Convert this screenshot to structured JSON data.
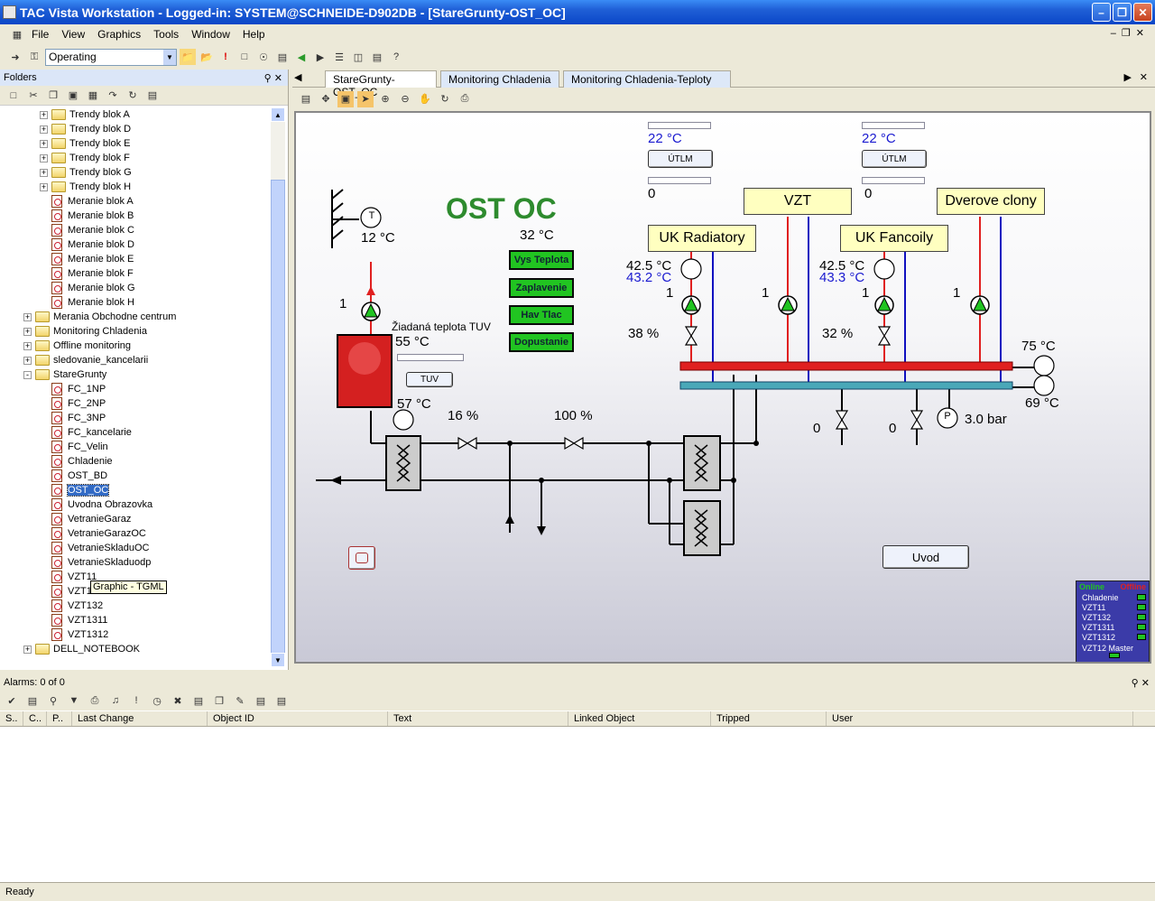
{
  "window": {
    "title": "TAC Vista Workstation - Logged-in: SYSTEM@SCHNEIDE-D902DB - [StareGrunty-OST_OC]"
  },
  "menu": [
    "File",
    "View",
    "Graphics",
    "Tools",
    "Window",
    "Help"
  ],
  "toolbar": {
    "mode_value": "Operating"
  },
  "folders": {
    "title": "Folders",
    "items": [
      {
        "label": "Trendy blok A"
      },
      {
        "label": "Trendy blok D"
      },
      {
        "label": "Trendy blok E"
      },
      {
        "label": "Trendy blok F"
      },
      {
        "label": "Trendy blok G"
      },
      {
        "label": "Trendy blok H"
      },
      {
        "label": "Meranie blok A"
      },
      {
        "label": "Meranie blok B"
      },
      {
        "label": "Meranie blok C"
      },
      {
        "label": "Meranie blok D"
      },
      {
        "label": "Meranie blok E"
      },
      {
        "label": "Meranie blok F"
      },
      {
        "label": "Meranie blok G"
      },
      {
        "label": "Meranie blok H"
      },
      {
        "label": "Merania Obchodne centrum"
      },
      {
        "label": "Monitoring Chladenia"
      },
      {
        "label": "Offline monitoring"
      },
      {
        "label": "sledovanie_kancelarii"
      },
      {
        "label": "StareGrunty"
      },
      {
        "label": "FC_1NP"
      },
      {
        "label": "FC_2NP"
      },
      {
        "label": "FC_3NP"
      },
      {
        "label": "FC_kancelarie"
      },
      {
        "label": "FC_Velin"
      },
      {
        "label": "Chladenie"
      },
      {
        "label": "OST_BD"
      },
      {
        "label": "OST_OC"
      },
      {
        "label": "Uvodna Obrazovka"
      },
      {
        "label": "VetranieGaraz"
      },
      {
        "label": "VetranieGarazOC"
      },
      {
        "label": "VetranieSkladuOC"
      },
      {
        "label": "VetranieSkladuodp"
      },
      {
        "label": "VZT11"
      },
      {
        "label": "VZT12"
      },
      {
        "label": "VZT132"
      },
      {
        "label": "VZT1311"
      },
      {
        "label": "VZT1312"
      },
      {
        "label": "DELL_NOTEBOOK"
      }
    ],
    "tooltip": "Graphic - TGML"
  },
  "tabs": [
    "StareGrunty-OST_OC",
    "Monitoring Chladenia",
    "Monitoring Chladenia-Teploty"
  ],
  "graphic": {
    "title": "OST OC",
    "outdoor_temp": "12 °C",
    "supply_temp": "32 °C",
    "buttons": [
      "Vys Teplota",
      "Zaplavenie",
      "Hav Tlac",
      "Dopustanie"
    ],
    "tuv_label": "Žiadaná teplota TUV",
    "tuv_setpoint": "55 °C",
    "tuv_button": "TUV",
    "tank_temp": "57 °C",
    "pump_main": "1",
    "valve1": "16 %",
    "valve2": "100 %",
    "setpoint_left": "22 °C",
    "setpoint_right": "22 °C",
    "utlm_left": "ÚTLM",
    "utlm_right": "ÚTLM",
    "zero_left": "0",
    "zero_right": "0",
    "circuits": [
      "UK Radiatory",
      "VZT",
      "UK Fancoily",
      "Dverove clony"
    ],
    "rad_temp1": "42.5 °C",
    "rad_temp2": "43.2 °C",
    "fan_temp1": "42.5 °C",
    "fan_temp2": "43.3 °C",
    "pump_rad": "1",
    "pump_vzt": "1",
    "pump_fan": "1",
    "pump_door": "1",
    "valve_rad": "38 %",
    "valve_fan": "32 %",
    "header_supply": "75 °C",
    "header_return": "69 °C",
    "pressure": "3.0 bar",
    "valve_a": "0",
    "valve_b": "0",
    "uvod_button": "Uvod",
    "status": {
      "title_online": "Online",
      "title_offline": "Offline",
      "rows": [
        "Chladenie",
        "VZT11",
        "VZT132",
        "VZT1311",
        "VZT1312"
      ],
      "master": "VZT12 Master"
    },
    "colors": {
      "hot": "#e02020",
      "cold": "#1010c0",
      "ok": "#21c421"
    }
  },
  "alarms": {
    "title": "Alarms: 0 of 0",
    "columns": [
      "S..",
      "C..",
      "P..",
      "Last Change",
      "Object ID",
      "Text",
      "Linked Object",
      "Tripped",
      "User"
    ]
  },
  "status_text": "Ready"
}
